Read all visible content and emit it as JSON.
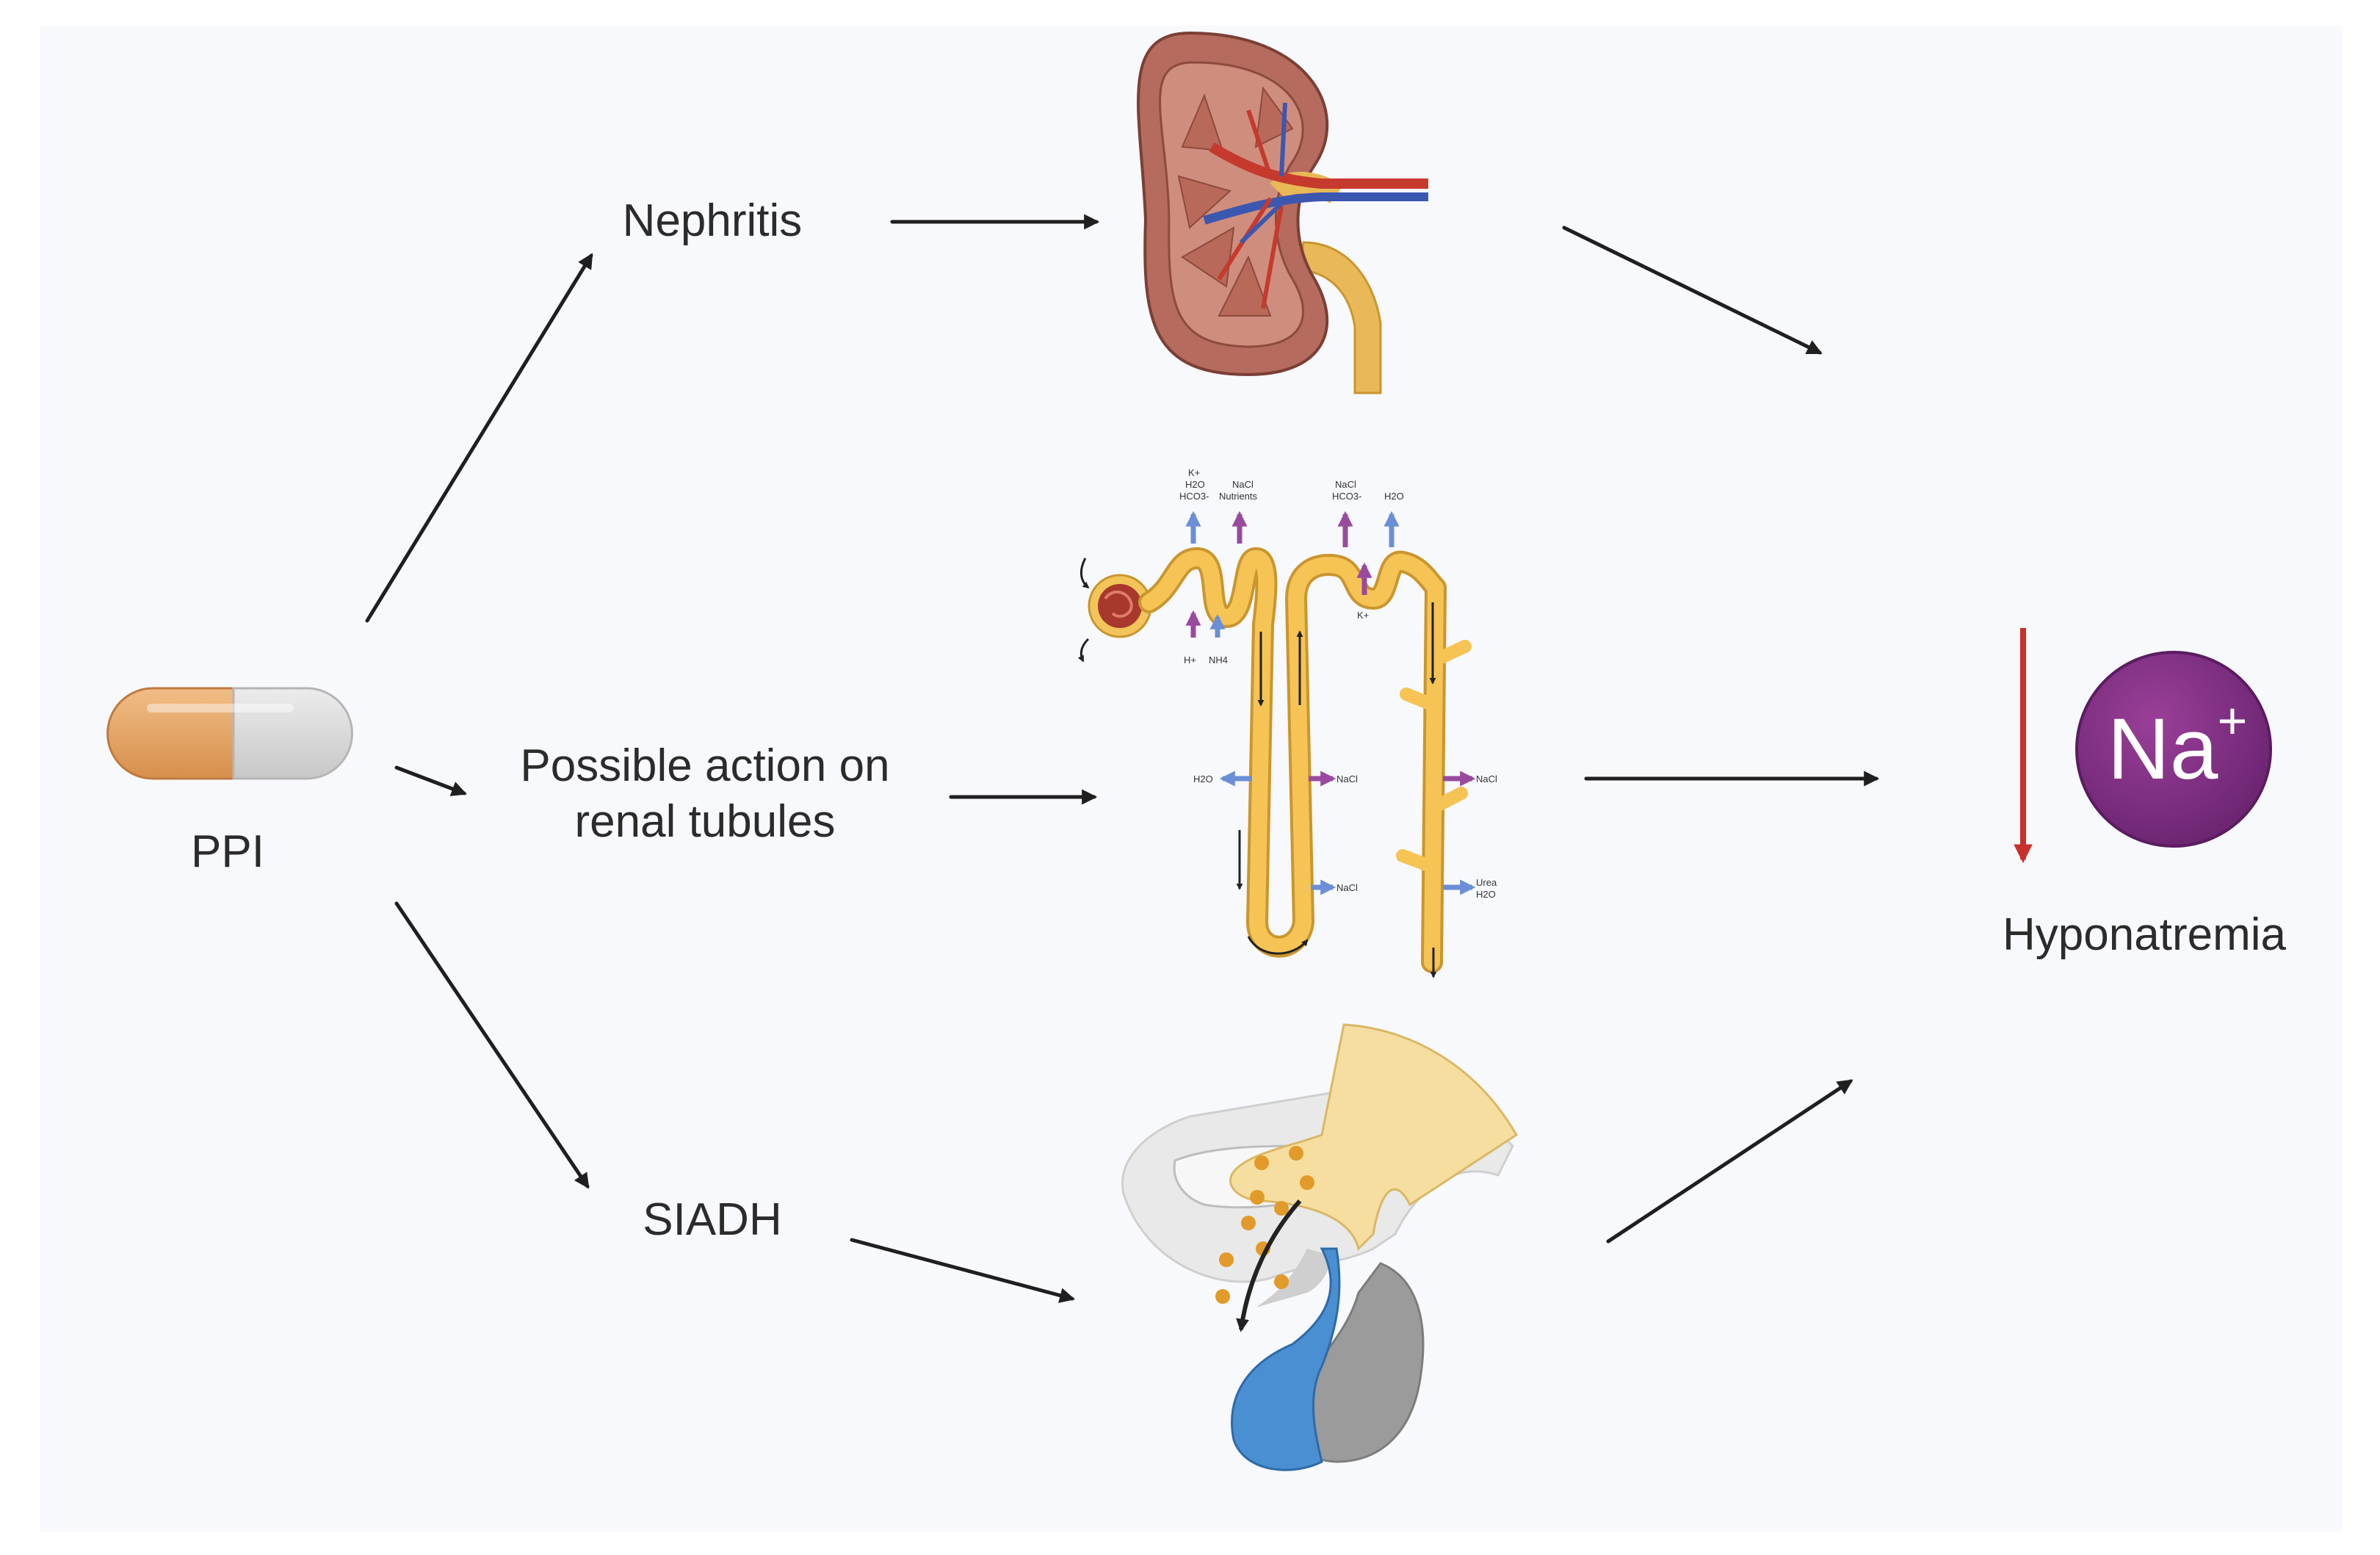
{
  "nodes": {
    "ppi": "PPI",
    "nephritis": "Nephritis",
    "tubules_line1": "Possible action on",
    "tubules_line2": "renal tubules",
    "siadh": "SIADH",
    "hyponatremia": "Hyponatremia",
    "sodium_symbol": "Na",
    "sodium_charge": "+"
  },
  "nephron_labels": {
    "top_left": [
      "K+",
      "H2O",
      "HCO3-"
    ],
    "top_mid": [
      "NaCl",
      "Nutrients"
    ],
    "top_right_a": [
      "NaCl",
      "HCO3-"
    ],
    "top_right_b": "H2O",
    "under_left_a": "H+",
    "under_left_b": "NH4",
    "under_mid": "K+",
    "mid_h2o": "H2O",
    "mid_nacl_a": "NaCl",
    "mid_nacl_b": "NaCl",
    "bottom_nacl": "NaCl",
    "bottom_urea": [
      "Urea",
      "H2O"
    ]
  },
  "colors": {
    "arrow": "#1f1f1f",
    "down_arrow": "#c8302b",
    "sodium_circle": "#7b2d7f",
    "capsule_left": "#e2a66b",
    "capsule_right": "#d9d9d9",
    "tubule": "#f6c454",
    "kidney": "#b56b5e",
    "blue_arrow": "#6b8fd6",
    "purple_arrow": "#9a4a9e"
  },
  "icons": [
    "capsule-pill-icon",
    "kidney-icon",
    "nephron-icon",
    "pituitary-icon",
    "sodium-ion-icon"
  ]
}
